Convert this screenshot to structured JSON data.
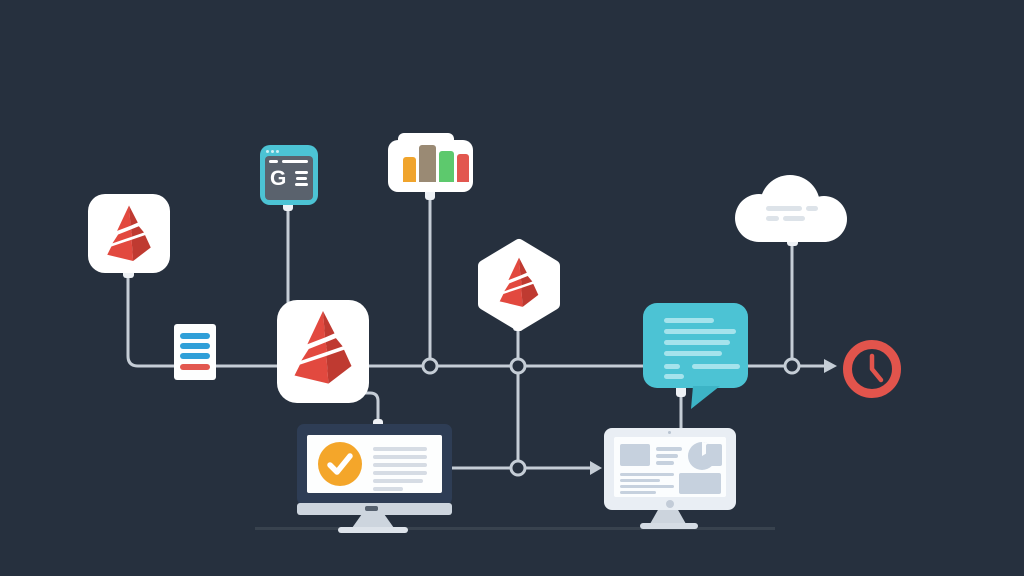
{
  "scene": {
    "description": "Flat-style workflow illustration: app icons and devices connected by a flowchart of lines, junction nodes and arrows on a dark navy background",
    "background": "#26303e"
  },
  "colors": {
    "background": "#26303e",
    "line": "#c5cdd6",
    "floor": "#38424e",
    "pyramid-light": "#e2493f",
    "pyramid-dark": "#bf3a31",
    "teal": "#4cc3d4",
    "teal-dark": "#3db4c6",
    "teal-light": "#a5e3ec",
    "browser-panel": "#5a626d",
    "cloud-line": "#dde3e9",
    "clock-red": "#e2544c",
    "check-orange": "#f4a62a",
    "monitor-dark": "#2e3d55",
    "silver": "#cdd5de",
    "screen-line": "#d6dce4",
    "imac-body": "#e9eef4",
    "imac-content": "#c6d1de",
    "doc-blue": "#2f9fd8",
    "doc-red": "#e2574f",
    "bar-orange": "#f0a42c",
    "bar-taupe": "#9a8a74",
    "bar-green": "#5dc96d",
    "bar-red": "#e2574f"
  },
  "browser_icon": {
    "label": "G"
  },
  "nodes": [
    {
      "id": "pyramid-app-small",
      "type": "app-icon",
      "description": "white rounded square with red layered pyramid logo"
    },
    {
      "id": "browser-window-g",
      "type": "browser-icon",
      "description": "teal browser window with G and menu lines"
    },
    {
      "id": "bar-chart-card",
      "type": "chart-icon",
      "bar_colors": [
        "#f0a42c",
        "#9a8a74",
        "#5dc96d",
        "#e2574f"
      ]
    },
    {
      "id": "document-list",
      "type": "doc-icon",
      "description": "white sheet with three blue lines and one red line"
    },
    {
      "id": "pyramid-app-large",
      "type": "app-icon",
      "description": "large white rounded square with red layered pyramid logo"
    },
    {
      "id": "hexagon-pyramid",
      "type": "badge-icon",
      "description": "white hexagon with red layered pyramid logo"
    },
    {
      "id": "cloud",
      "type": "cloud-icon",
      "description": "white cloud with text lines"
    },
    {
      "id": "chat-bubble",
      "type": "message-icon",
      "description": "teal speech bubble with text lines"
    },
    {
      "id": "clock",
      "type": "clock-icon",
      "description": "red outline clock"
    },
    {
      "id": "monitor-check",
      "type": "computer",
      "description": "dark monitor showing orange checkmark circle and text lines"
    },
    {
      "id": "monitor-dashboard",
      "type": "computer",
      "description": "light iMac-style monitor showing dashboard with pie chart"
    }
  ]
}
